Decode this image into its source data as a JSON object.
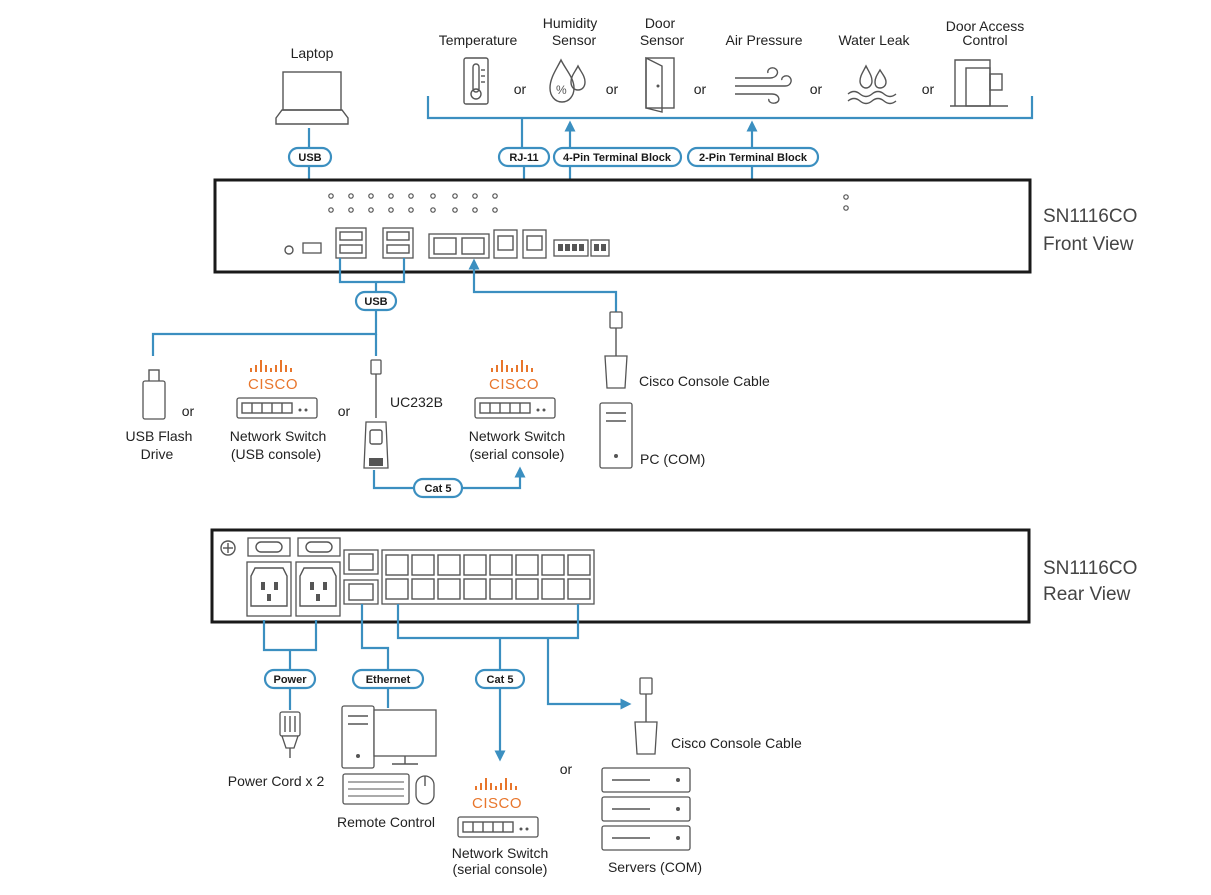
{
  "sensors": {
    "temperature": "Temperature",
    "humidity_1": "Humidity",
    "humidity_2": "Sensor",
    "door_1": "Door",
    "door_2": "Sensor",
    "air_pressure": "Air Pressure",
    "water_leak": "Water Leak",
    "door_access_1": "Door Access",
    "door_access_2": "Control",
    "or": "or"
  },
  "front": {
    "laptop": "Laptop",
    "usb_top": "USB",
    "rj11": "RJ-11",
    "terminal_4pin": "4-Pin Terminal Block",
    "terminal_2pin": "2-Pin Terminal Block",
    "title_1": "SN1116CO",
    "title_2": "Front View",
    "usb_mid": "USB",
    "usb_flash_1": "USB Flash",
    "usb_flash_2": "Drive",
    "cisco": "CISCO",
    "switch_usb_1": "Network Switch",
    "switch_usb_2": "(USB console)",
    "uc232b": "UC232B",
    "cat5": "Cat 5",
    "switch_serial_1": "Network Switch",
    "switch_serial_2": "(serial console)",
    "console_cable": "Cisco Console Cable",
    "pc_com": "PC (COM)",
    "or": "or"
  },
  "rear": {
    "title_1": "SN1116CO",
    "title_2": "Rear View",
    "power": "Power",
    "ethernet": "Ethernet",
    "cat5": "Cat 5",
    "power_cord": "Power Cord x 2",
    "remote_control": "Remote Control",
    "cisco": "CISCO",
    "switch_serial_1": "Network Switch",
    "switch_serial_2": "(serial console)",
    "or": "or",
    "console_cable": "Cisco Console Cable",
    "servers_com": "Servers (COM)"
  },
  "colors": {
    "cable": "#3b8fc0",
    "cisco": "#e8762c",
    "device": "#1a1a1a"
  }
}
